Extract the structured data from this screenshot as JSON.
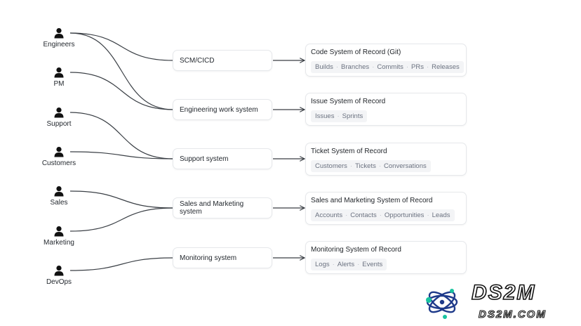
{
  "actors": [
    {
      "name": "engineers",
      "label": "Engineers"
    },
    {
      "name": "pm",
      "label": "PM"
    },
    {
      "name": "support",
      "label": "Support"
    },
    {
      "name": "customers",
      "label": "Customers"
    },
    {
      "name": "sales",
      "label": "Sales"
    },
    {
      "name": "marketing",
      "label": "Marketing"
    },
    {
      "name": "devops",
      "label": "DevOps"
    }
  ],
  "systems": [
    {
      "name": "scm-cicd",
      "label": "SCM/CICD"
    },
    {
      "name": "engineering-work-system",
      "label": "Engineering work system"
    },
    {
      "name": "support-system",
      "label": "Support system"
    },
    {
      "name": "sales-and-marketing-system",
      "label": "Sales and Marketing system"
    },
    {
      "name": "monitoring-system",
      "label": "Monitoring system"
    }
  ],
  "records": [
    {
      "name": "code-record",
      "title": "Code System of Record (Git)",
      "items": [
        "Builds",
        "Branches",
        "Commits",
        "PRs",
        "Releases"
      ]
    },
    {
      "name": "issue-record",
      "title": "Issue System of Record",
      "items": [
        "Issues",
        "Sprints"
      ]
    },
    {
      "name": "ticket-record",
      "title": "Ticket System of Record",
      "items": [
        "Customers",
        "Tickets",
        "Conversations"
      ]
    },
    {
      "name": "sales-marketing-record",
      "title": "Sales and Marketing System of Record",
      "items": [
        "Accounts",
        "Contacts",
        "Opportunities",
        "Leads"
      ]
    },
    {
      "name": "monitoring-record",
      "title": "Monitoring System of Record",
      "items": [
        "Logs",
        "Alerts",
        "Events"
      ]
    }
  ],
  "connections": [
    {
      "from": "engineers",
      "to": "scm-cicd"
    },
    {
      "from": "engineers",
      "to": "engineering-work-system"
    },
    {
      "from": "pm",
      "to": "engineering-work-system"
    },
    {
      "from": "support",
      "to": "support-system"
    },
    {
      "from": "customers",
      "to": "support-system"
    },
    {
      "from": "sales",
      "to": "sales-and-marketing-system"
    },
    {
      "from": "marketing",
      "to": "sales-and-marketing-system"
    },
    {
      "from": "devops",
      "to": "monitoring-system"
    }
  ],
  "arrows": [
    {
      "from": "scm-cicd",
      "to": "code-record"
    },
    {
      "from": "engineering-work-system",
      "to": "issue-record"
    },
    {
      "from": "support-system",
      "to": "ticket-record"
    },
    {
      "from": "sales-and-marketing-system",
      "to": "sales-marketing-record"
    },
    {
      "from": "monitoring-system",
      "to": "monitoring-record"
    }
  ],
  "watermark": {
    "title": "DS2M",
    "subtitle": "DS2M.COM"
  },
  "colors": {
    "line": "#3a3f45",
    "person": "#111111",
    "chip_bg": "#f3f4f6",
    "chip_text": "#6b7280",
    "logo_ring": "#1e3a8a",
    "logo_dot": "#19c3a0"
  }
}
